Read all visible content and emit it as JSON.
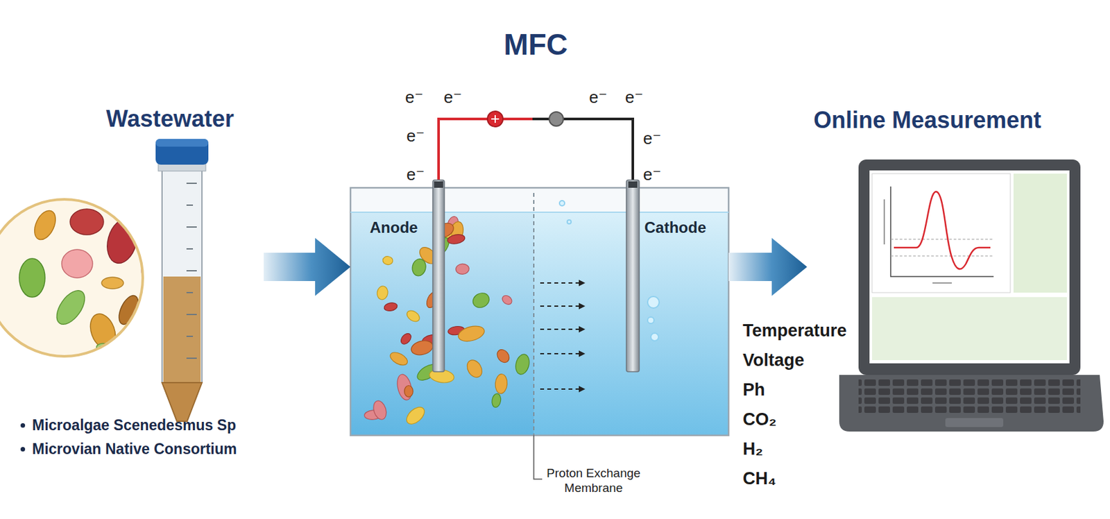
{
  "diagram": {
    "nodes": [
      {
        "text": [
          "Wastewater",
          "Microalgae Scenedesmus Sp",
          "Microvian Native Consortium"
        ]
      },
      {
        "text": [
          "MFC"
        ]
      },
      {
        "text": [
          "Anode"
        ],
        "in": 1
      },
      {
        "text": [
          "Cathode"
        ],
        "in": 1
      },
      {
        "text": [
          "Online Measurement"
        ]
      }
    ],
    "edges": [
      {
        "from": 0,
        "to": 2,
        "arrow": "to"
      },
      {
        "from": 3,
        "to": 4,
        "arrow": "to"
      }
    ],
    "labels": [
      "e⁻",
      "e⁻",
      "e⁻",
      "e⁻",
      "e⁻",
      "e⁻",
      "e⁻",
      "e⁻",
      "Proton Exchange Membrane",
      "Temperature",
      "Voltage",
      "Ph",
      "CO₂",
      "H₂",
      "CH₄"
    ]
  }
}
